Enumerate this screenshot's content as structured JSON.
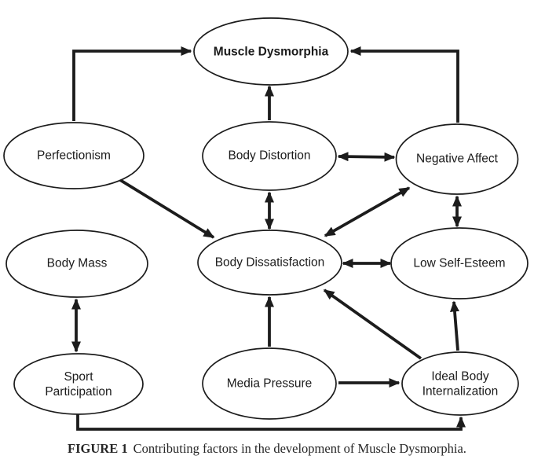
{
  "figure": {
    "caption_label": "FIGURE 1",
    "caption_text": "Contributing factors in the development of Muscle Dysmorphia."
  },
  "colors": {
    "stroke": "#1c1c1c",
    "text": "#1b1b1b",
    "background": "#ffffff"
  },
  "nodes": {
    "muscle_dysmorphia": {
      "label": "Muscle Dysmorphia"
    },
    "perfectionism": {
      "label": "Perfectionism"
    },
    "body_distortion": {
      "label": "Body Distortion"
    },
    "negative_affect": {
      "label": "Negative Affect"
    },
    "body_mass": {
      "label": "Body Mass"
    },
    "body_dissatisfaction": {
      "label": "Body Dissatisfaction"
    },
    "low_self_esteem": {
      "label": "Low Self-Esteem"
    },
    "sport_participation": {
      "line1": "Sport",
      "line2": "Participation"
    },
    "media_pressure": {
      "label": "Media Pressure"
    },
    "ideal_body_internalization": {
      "line1": "Ideal Body",
      "line2": "Internalization"
    }
  },
  "edges": [
    {
      "from": "Perfectionism",
      "to": "Muscle Dysmorphia",
      "bidirectional": false
    },
    {
      "from": "Body Distortion",
      "to": "Muscle Dysmorphia",
      "bidirectional": false
    },
    {
      "from": "Negative Affect",
      "to": "Muscle Dysmorphia",
      "bidirectional": false
    },
    {
      "from": "Body Distortion",
      "to": "Negative Affect",
      "bidirectional": true
    },
    {
      "from": "Body Distortion",
      "to": "Body Dissatisfaction",
      "bidirectional": true
    },
    {
      "from": "Perfectionism",
      "to": "Body Dissatisfaction",
      "bidirectional": false
    },
    {
      "from": "Body Dissatisfaction",
      "to": "Negative Affect",
      "bidirectional": true
    },
    {
      "from": "Negative Affect",
      "to": "Low Self-Esteem",
      "bidirectional": true
    },
    {
      "from": "Body Dissatisfaction",
      "to": "Low Self-Esteem",
      "bidirectional": true
    },
    {
      "from": "Body Mass",
      "to": "Sport Participation",
      "bidirectional": true
    },
    {
      "from": "Media Pressure",
      "to": "Body Dissatisfaction",
      "bidirectional": false
    },
    {
      "from": "Media Pressure",
      "to": "Ideal Body Internalization",
      "bidirectional": false
    },
    {
      "from": "Ideal Body Internalization",
      "to": "Body Dissatisfaction",
      "bidirectional": false
    },
    {
      "from": "Ideal Body Internalization",
      "to": "Low Self-Esteem",
      "bidirectional": false
    },
    {
      "from": "Sport Participation",
      "to": "Ideal Body Internalization",
      "bidirectional": false
    }
  ]
}
